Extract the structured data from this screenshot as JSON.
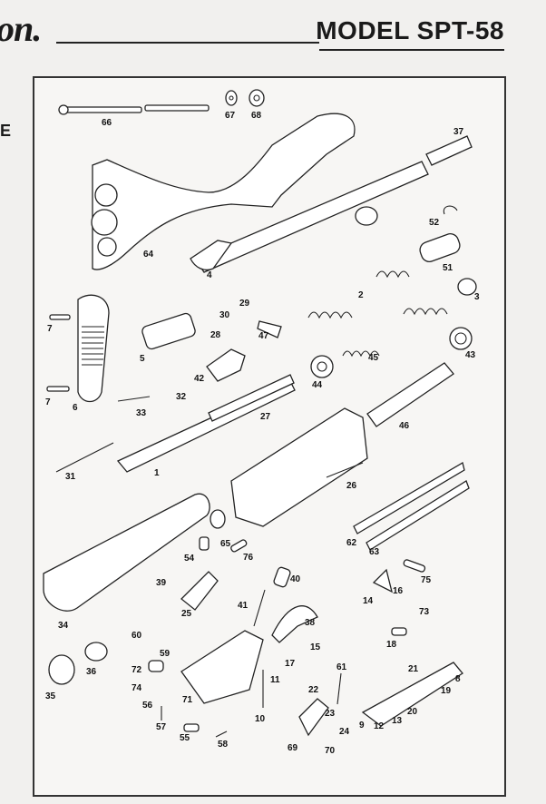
{
  "header": {
    "logo_fragment": "on.",
    "model_title": "MODEL SPT-58",
    "edge_letter": "E"
  },
  "parts": {
    "labels": [
      "66",
      "67",
      "68",
      "37",
      "64",
      "52",
      "51",
      "4",
      "29",
      "2",
      "3",
      "30",
      "43",
      "28",
      "7",
      "5",
      "47",
      "45",
      "42",
      "44",
      "32",
      "33",
      "27",
      "46",
      "7",
      "6",
      "31",
      "1",
      "26",
      "62",
      "63",
      "65",
      "54",
      "76",
      "75",
      "34",
      "39",
      "40",
      "14",
      "16",
      "25",
      "41",
      "73",
      "60",
      "38",
      "15",
      "59",
      "18",
      "17",
      "35",
      "36",
      "72",
      "11",
      "61",
      "21",
      "71",
      "74",
      "8",
      "22",
      "19",
      "23",
      "20",
      "56",
      "10",
      "24",
      "57",
      "55",
      "9",
      "12",
      "13",
      "58",
      "69",
      "70"
    ]
  }
}
